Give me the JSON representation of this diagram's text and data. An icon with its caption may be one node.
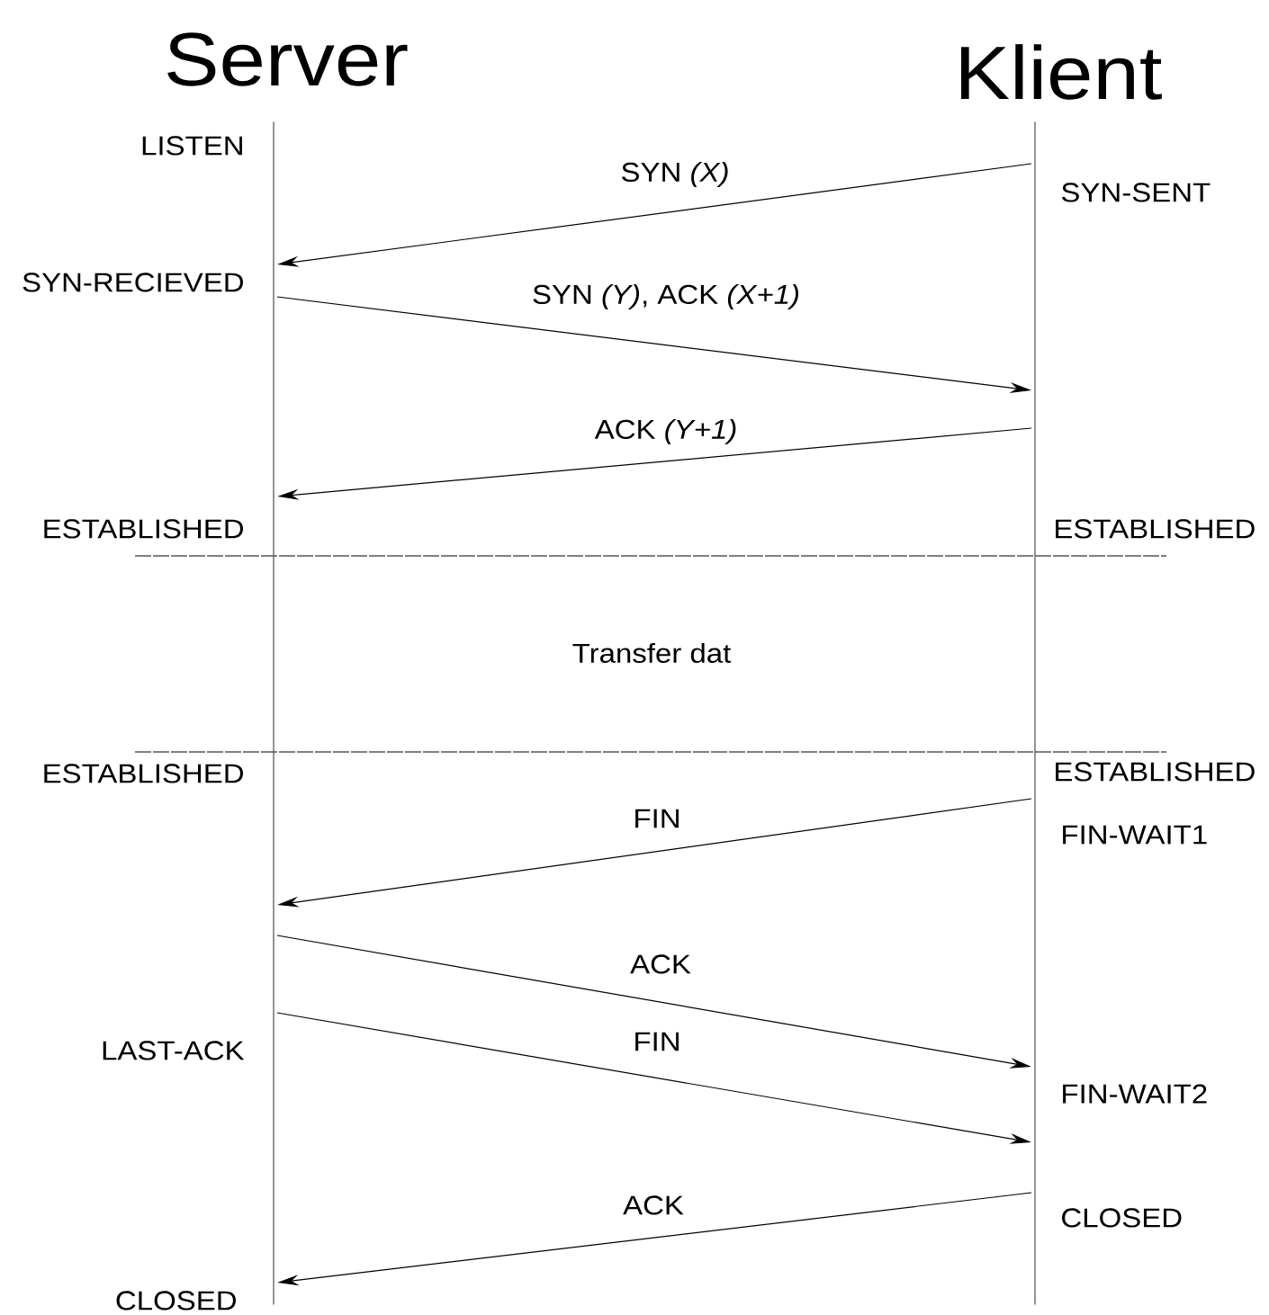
{
  "diagram": {
    "nodes": [
      {
        "text": [
          "Server"
        ]
      },
      {
        "text": [
          "Klient"
        ]
      }
    ],
    "edges": [
      {
        "from": 1,
        "to": 0,
        "arrow": "to",
        "label": "SYN *(X)*"
      },
      {
        "from": 0,
        "to": 1,
        "arrow": "to",
        "label": "SYN *(Y)*, ACK *(X+1)*"
      },
      {
        "from": 1,
        "to": 0,
        "arrow": "to",
        "label": "ACK *(Y+1)*"
      },
      {
        "from": 1,
        "to": 0,
        "arrow": "to",
        "label": "FIN"
      },
      {
        "from": 0,
        "to": 1,
        "arrow": "to",
        "label": "ACK"
      },
      {
        "from": 0,
        "to": 1,
        "arrow": "to",
        "label": "FIN"
      },
      {
        "from": 1,
        "to": 0,
        "arrow": "to",
        "label": "ACK"
      }
    ],
    "labels": [
      "LISTEN",
      "SYN-SENT",
      "SYN-RECIEVED",
      "ESTABLISHED",
      "ESTABLISHED",
      "Transfer dat",
      "ESTABLISHED",
      "ESTABLISHED",
      "FIN-WAIT1",
      "LAST-ACK",
      "FIN-WAIT2",
      "CLOSED",
      "CLOSED"
    ]
  }
}
